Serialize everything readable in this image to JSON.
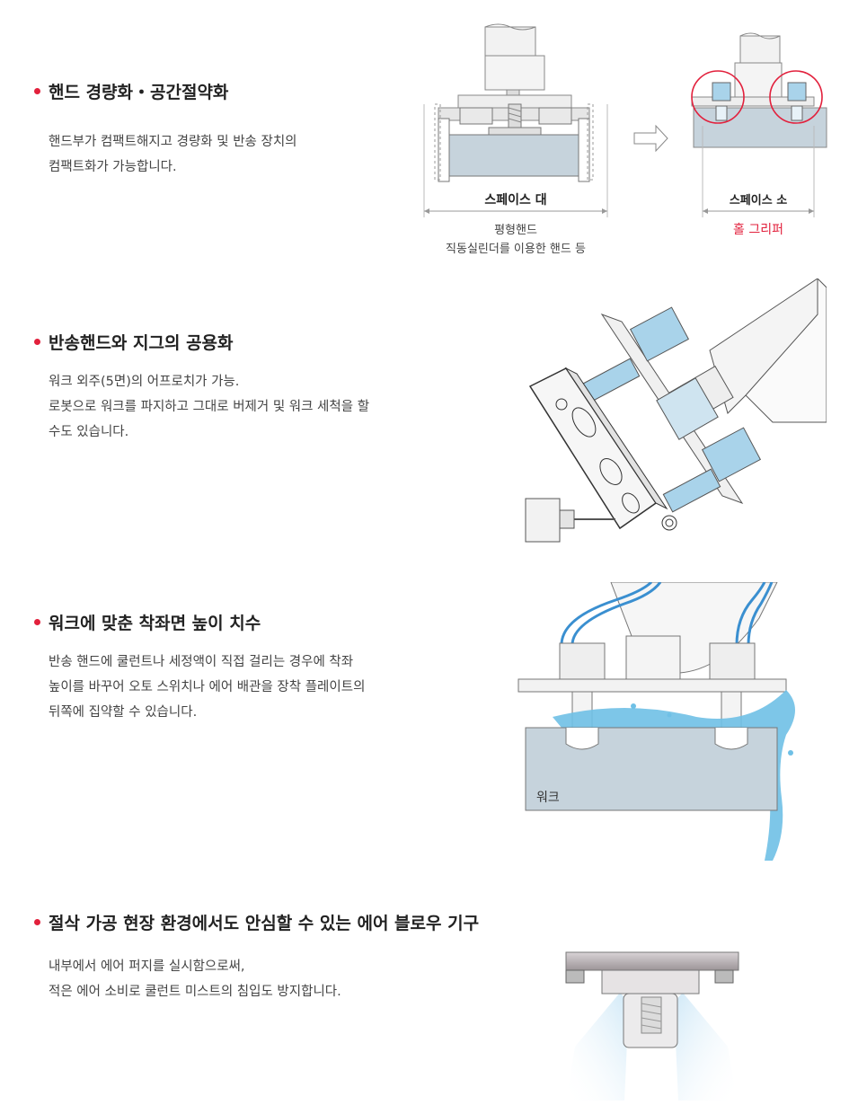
{
  "sections": [
    {
      "title": "핸드 경량화・공간절약화",
      "lines": [
        "핸드부가 컴팩트해지고 경량화 및 반송 장치의",
        "컴팩트화가 가능합니다."
      ],
      "figure": {
        "label_large": "스페이스 대",
        "label_small": "스페이스 소",
        "caption_left_1": "평형핸드",
        "caption_left_2": "직동실린더를 이용한 핸드 등",
        "caption_right": "홀 그리퍼"
      }
    },
    {
      "title": "반송핸드와 지그의 공용화",
      "lines": [
        "워크 외주(5면)의 어프로치가 가능.",
        "로봇으로 워크를 파지하고 그대로 버제거 및 워크 세척을 할",
        "수도 있습니다."
      ]
    },
    {
      "title": "워크에 맞춘 착좌면 높이 치수",
      "lines": [
        "반송 핸드에 쿨런트나 세정액이 직접 걸리는 경우에 착좌",
        "높이를 바꾸어 오토 스위치나 에어 배관을 장착 플레이트의",
        "뒤쪽에 집약할 수 있습니다."
      ],
      "figure": {
        "work_label": "워크"
      }
    },
    {
      "title": "절삭 가공 현장 환경에서도 안심할 수 있는 에어 블로우 기구",
      "lines": [
        "내부에서 에어 퍼지를 실시함으로써,",
        "적은 에어 소비로 쿨런트 미스트의 침입도 방지합니다."
      ]
    }
  ],
  "colors": {
    "accent": "#e2203c",
    "work_fill": "#c6d3dc",
    "cylinder_blue": "#a9d3ea",
    "splash": "#6fc0e6"
  }
}
